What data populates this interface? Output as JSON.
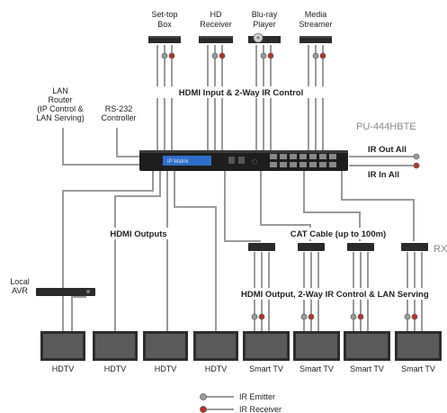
{
  "sources": [
    {
      "line1": "Set-top",
      "line2": "Box"
    },
    {
      "line1": "HD",
      "line2": "Receiver"
    },
    {
      "line1": "Blu-ray",
      "line2": "Player"
    },
    {
      "line1": "Media",
      "line2": "Streamer"
    }
  ],
  "hdmi_input_label": "HDMI Input & 2-Way IR Control",
  "model_label": "PU-444HBTE",
  "lan_router": {
    "line1": "LAN",
    "line2": "Router",
    "line3": "(IP Control &",
    "line4": "LAN Serving)"
  },
  "rs232": {
    "line1": "RS-232",
    "line2": "Controller"
  },
  "ir_out_all": "IR Out All",
  "ir_in_all": "IR In All",
  "lcd_text": "IP Matrix",
  "hdmi_outputs_label": "HDMI Outputs",
  "cat_cable_label": "CAT Cable (up to 100m)",
  "rx_label": "RX",
  "hdmi_output_ir_label": "HDMI Output, 2-Way IR Control & LAN Serving",
  "local_avr": {
    "line1": "Local",
    "line2": "AVR"
  },
  "displays": [
    "HDTV",
    "HDTV",
    "HDTV",
    "HDTV",
    "Smart TV",
    "Smart TV",
    "Smart TV",
    "Smart TV"
  ],
  "legend": {
    "emitter": "IR Emitter",
    "receiver": "IR Receiver"
  },
  "colors": {
    "device_dark": "#2a2a2a",
    "cable_gray": "#9a9a9a",
    "ir_red": "#b5322a",
    "lcd_blue": "#2f6fc9"
  }
}
